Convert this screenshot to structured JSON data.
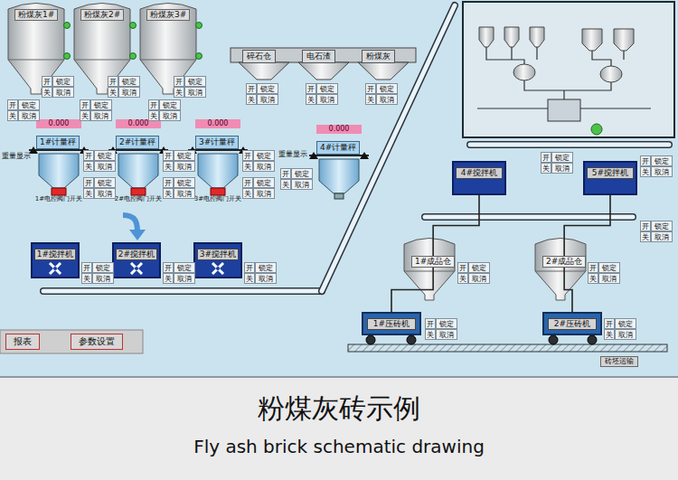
{
  "diagram": {
    "title": "粉煤灰砖示例",
    "caption": "Fly ash brick schematic drawing",
    "nodes": [
      {
        "text": [
          "粉煤灰1#"
        ]
      },
      {
        "text": [
          "粉煤灰2#"
        ]
      },
      {
        "text": [
          "粉煤灰3#"
        ]
      },
      {
        "text": [
          "碎石仓"
        ]
      },
      {
        "text": [
          "电石渣"
        ]
      },
      {
        "text": [
          "粉煤灰"
        ]
      },
      {
        "text": [
          "1#计量秤"
        ]
      },
      {
        "text": [
          "2#计量秤"
        ]
      },
      {
        "text": [
          "3#计量秤"
        ]
      },
      {
        "text": [
          "4#计量秤"
        ]
      },
      {
        "text": [
          "1#搅拌机"
        ]
      },
      {
        "text": [
          "2#搅拌机"
        ]
      },
      {
        "text": [
          "3#搅拌机"
        ]
      },
      {
        "text": [
          "4#搅拌机"
        ]
      },
      {
        "text": [
          "5#搅拌机"
        ]
      },
      {
        "text": [
          "1#成品仓"
        ]
      },
      {
        "text": [
          "2#成品仓"
        ]
      },
      {
        "text": [
          "1#压砖机"
        ]
      },
      {
        "text": [
          "2#压砖机"
        ]
      },
      {
        "text": [
          "报表"
        ]
      },
      {
        "text": [
          "参数设置"
        ]
      },
      {
        "text": [
          "砖坯运输"
        ]
      }
    ],
    "edges": [
      {
        "from": 13,
        "to": 15,
        "arrow": "none"
      },
      {
        "from": 14,
        "to": 16,
        "arrow": "none"
      },
      {
        "from": 15,
        "to": 17,
        "arrow": "none"
      },
      {
        "from": 16,
        "to": 18,
        "arrow": "none"
      }
    ],
    "labels": [
      "0.000",
      "0.000",
      "0.000",
      "0.000",
      "重量显示",
      "重量显示",
      "1#电控阀门开关",
      "2#电控阀门开关",
      "3#电控阀门开关",
      "开",
      "锁定",
      "关",
      "取消",
      "开",
      "锁定",
      "关",
      "取消",
      "开",
      "锁定",
      "关",
      "取消",
      "开",
      "锁定",
      "关",
      "取消",
      "开",
      "锁定",
      "关",
      "取消",
      "开",
      "锁定",
      "关",
      "取消",
      "开",
      "锁定",
      "关",
      "取消",
      "开",
      "锁定",
      "关",
      "取消",
      "开",
      "锁定",
      "关",
      "取消",
      "开",
      "锁定",
      "关",
      "取消",
      "开",
      "锁定",
      "关",
      "取消",
      "开",
      "锁定",
      "关",
      "取消",
      "开",
      "锁定",
      "关",
      "取消",
      "开",
      "锁定",
      "关",
      "取消",
      "开",
      "锁定",
      "关",
      "取消",
      "开",
      "锁定",
      "关",
      "取消",
      "开",
      "锁定",
      "关",
      "取消",
      "开",
      "锁定",
      "关",
      "取消",
      "开",
      "锁定",
      "关",
      "取消",
      "开",
      "锁定",
      "关",
      "取消",
      "开",
      "锁定",
      "关",
      "取消",
      "开",
      "锁定",
      "关",
      "取消",
      "开",
      "锁定",
      "关",
      "取消",
      "开",
      "锁定",
      "关",
      "取消",
      "开",
      "锁定",
      "关",
      "取消",
      "开",
      "锁定",
      "关",
      "取消"
    ]
  }
}
